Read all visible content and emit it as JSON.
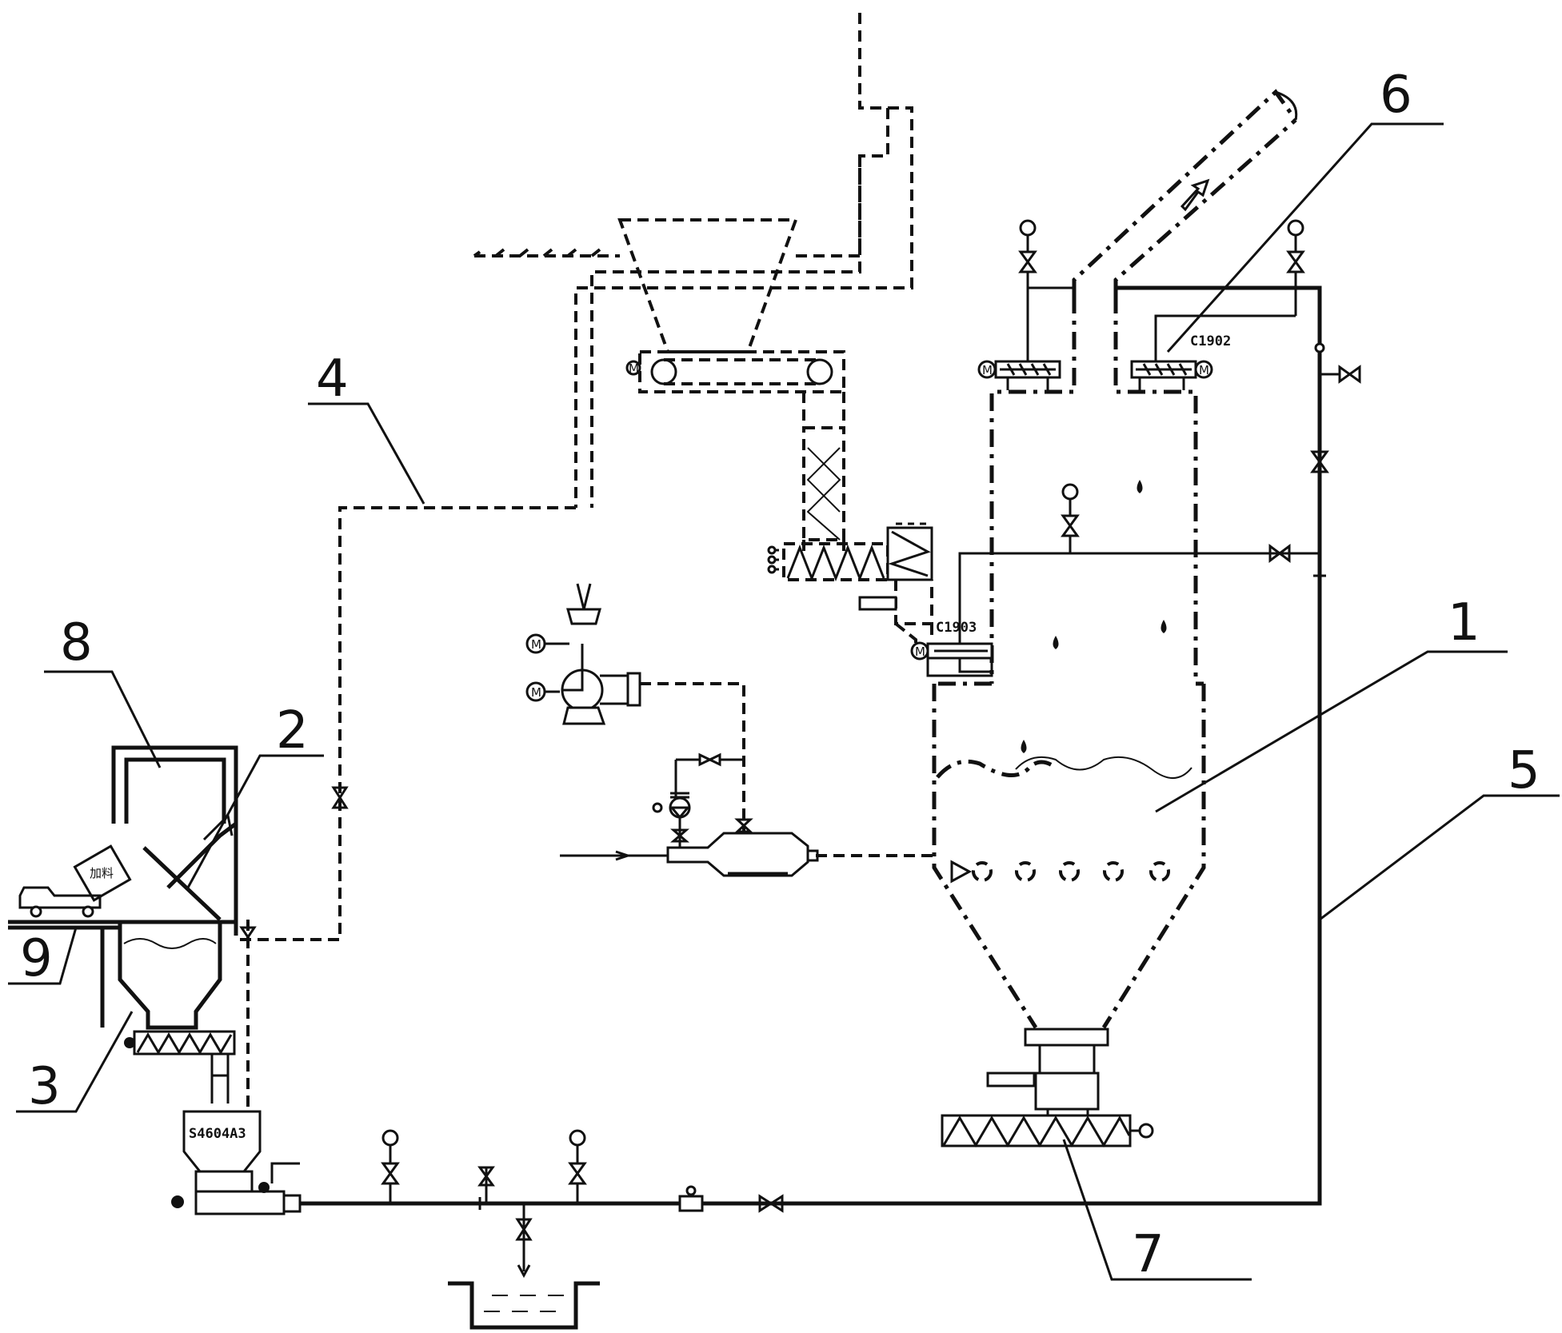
{
  "callouts": [
    {
      "id": "1",
      "text": "1"
    },
    {
      "id": "2",
      "text": "2"
    },
    {
      "id": "3",
      "text": "3"
    },
    {
      "id": "4",
      "text": "4"
    },
    {
      "id": "5",
      "text": "5"
    },
    {
      "id": "6",
      "text": "6"
    },
    {
      "id": "7",
      "text": "7"
    },
    {
      "id": "8",
      "text": "8"
    },
    {
      "id": "9",
      "text": "9"
    }
  ],
  "equipment_tags": {
    "sensor_top_right": "C1902",
    "sensor_mid": "C1903",
    "dosing_pump": "S4604A3"
  }
}
